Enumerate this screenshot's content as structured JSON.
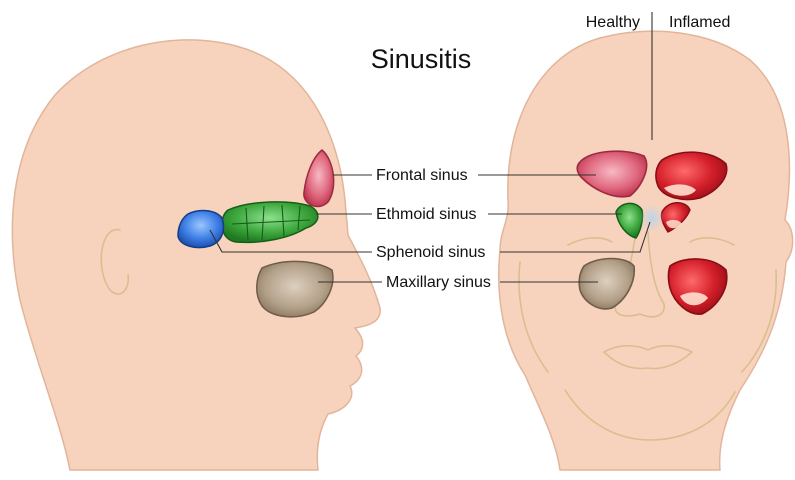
{
  "title": "Sinusitis",
  "columns": {
    "healthy": "Healthy",
    "inflamed": "Inflamed"
  },
  "labels": {
    "frontal": "Frontal sinus",
    "ethmoid": "Ethmoid sinus",
    "sphenoid": "Sphenoid sinus",
    "maxillary": "Maxillary sinus"
  },
  "colors": {
    "skin": "#f7d3bd",
    "frontal": "#d9455f",
    "ethmoid": "#2e9a2e",
    "sphenoid": "#2f6fd6",
    "maxillary": "#a38f78",
    "inflamed": "#d41f2a"
  }
}
